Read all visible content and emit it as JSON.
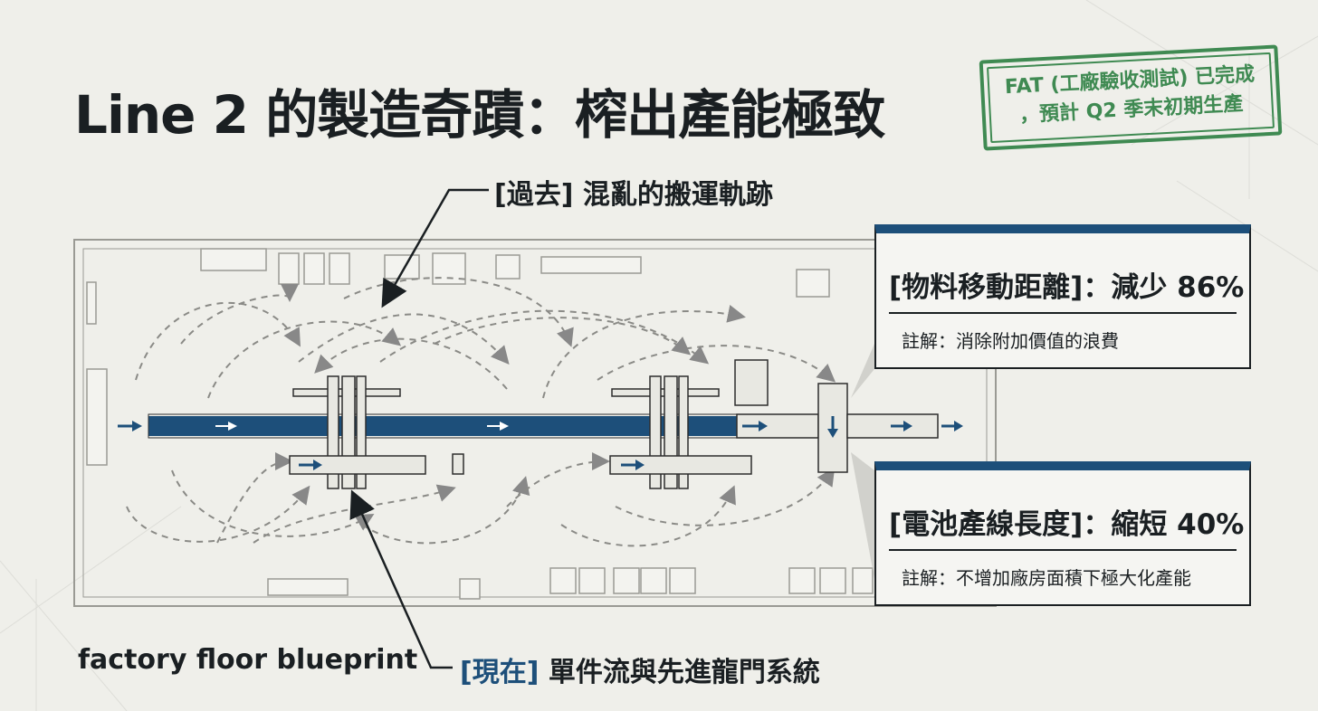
{
  "title": "Line 2 的製造奇蹟：榨出產能極致",
  "stamp": {
    "line1": "FAT (工廠驗收測試) 已完成",
    "line2": "，預計 Q2 季末初期生產"
  },
  "callout_past": {
    "bracket": "[過去]",
    "text": " 混亂的搬運軌跡"
  },
  "callout_now": {
    "bracket": "[現在]",
    "text": " 單件流與先進龍門系統"
  },
  "info_top": {
    "head": "[物料移動距離]：減少 86%",
    "note": "註解：消除附加價值的浪費"
  },
  "info_bottom": {
    "head": "[電池產線長度]：縮短 40%",
    "note": "註解：不增加廠房面積下極大化產能"
  },
  "blueprint_label": "factory floor blueprint",
  "colors": {
    "accent_blue": "#1d4f7a",
    "stamp_green": "#3f8a52",
    "ink": "#1a1f22"
  }
}
